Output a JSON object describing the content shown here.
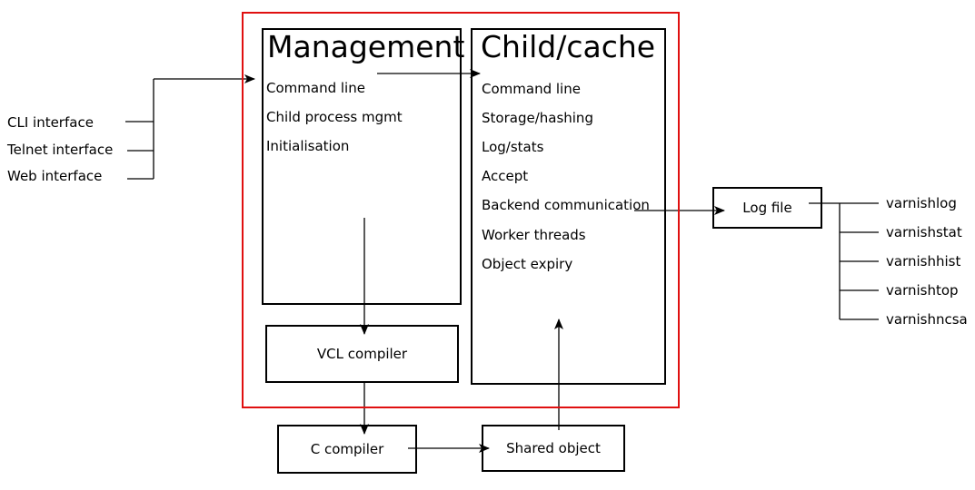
{
  "inputs": [
    "CLI interface",
    "Telnet interface",
    "Web interface"
  ],
  "management": {
    "title": "Management",
    "items": [
      "Command line",
      "Child process mgmt",
      "Initialisation"
    ]
  },
  "child": {
    "title": "Child/cache",
    "items": [
      "Command line",
      "Storage/hashing",
      "Log/stats",
      "Accept",
      "Backend communication",
      "Worker threads",
      "Object expiry"
    ]
  },
  "vcl_compiler": "VCL compiler",
  "c_compiler": "C compiler",
  "shared_object": "Shared object",
  "log_file": "Log file",
  "tools": [
    "varnishlog",
    "varnishstat",
    "varnishhist",
    "varnishtop",
    "varnishncsa"
  ],
  "colors": {
    "frame": "#e01010",
    "line": "#000000"
  }
}
